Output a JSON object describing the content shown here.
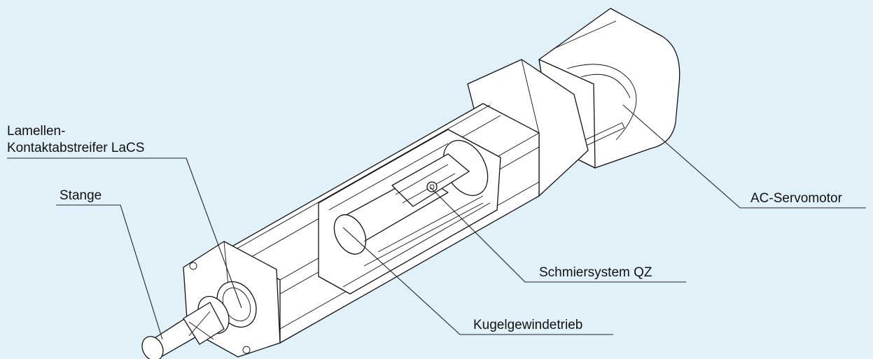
{
  "labels": {
    "lacs_line1": "Lamellen-",
    "lacs_line2": "Kontaktabstreifer LaCS",
    "stange": "Stange",
    "ac_servomotor": "AC-Servomotor",
    "schmiersystem": "Schmiersystem QZ",
    "kugelgewindetrieb": "Kugelgewindetrieb"
  },
  "colors": {
    "background": "#e1f1fa",
    "body_fill": "#ffffff",
    "line": "#111111"
  }
}
